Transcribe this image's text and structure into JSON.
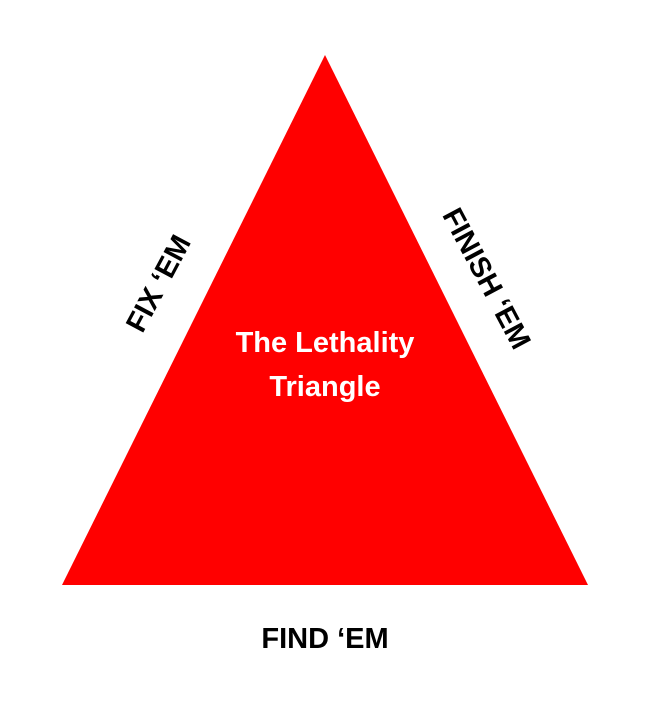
{
  "diagram": {
    "center_title_line1": "The Lethality",
    "center_title_line2": "Triangle",
    "left_side_label": "FIX ‘EM",
    "right_side_label": "FINISH ‘EM",
    "bottom_label": "FIND ‘EM"
  },
  "colors": {
    "triangle_fill": "#ff0000",
    "center_text": "#ffffff",
    "side_text": "#000000",
    "background": "#ffffff"
  }
}
